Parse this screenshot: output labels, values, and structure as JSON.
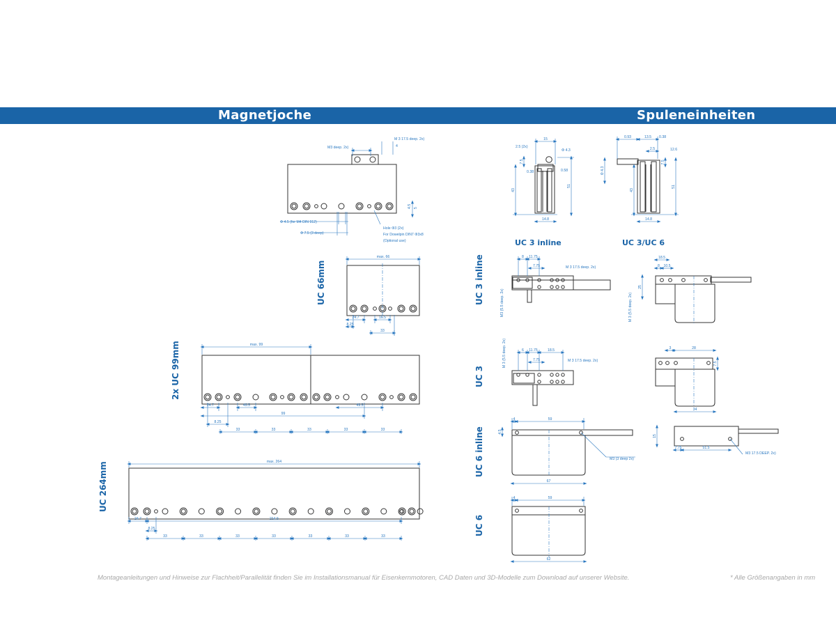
{
  "header": {
    "left_title": "Magnetjoche",
    "right_title": "Spuleneinheiten"
  },
  "yoke_labels": {
    "uc66": "UC 66mm",
    "uc99": "2x UC 99mm",
    "uc264": "UC 264mm"
  },
  "coil_labels": {
    "top_uc3_inline": "UC 3 inline",
    "top_uc3_uc6": "UC 3/UC 6",
    "side_uc3_inline": "UC 3 inline",
    "side_uc3": "UC 3",
    "side_uc6_inline": "UC 6 inline",
    "side_uc6": "UC 6"
  },
  "dims": {
    "detail": {
      "m3_deep": "M3 deep. 2x)",
      "m3_175": "M 3  17.5 deep. 2x)",
      "d4": "4",
      "phi45": "Φ  4.5  (for M4 DIN 912)",
      "phi75": "Φ  7.5  (3 deep)",
      "note1": "Hole  Φ3 (2x)",
      "note2": "For Dowelpin DIN7  Φ3x8",
      "note3": "(Optional use)",
      "v45": "4.5",
      "v5": "5"
    },
    "uc66": {
      "max": "max. 66",
      "d247": "24.7",
      "d165": "16.5",
      "d825": "8.25",
      "d33": "33"
    },
    "uc99": {
      "max": "max. 99",
      "d247": "24.7",
      "d495a": "49.5",
      "d495b": "49.5",
      "d99": "99",
      "d825": "8.25",
      "d33": "33"
    },
    "uc264": {
      "max": "max. 264",
      "d247": "24.7",
      "d2475": "214.5",
      "d825": "8.25",
      "d33": "33"
    },
    "coil_a": {
      "d15": "15",
      "d25": "2.5  (2x)",
      "d75": "7.5",
      "d038": "0.38",
      "d058": "0.58",
      "d43": "43",
      "d51": "51",
      "d148": "14.8",
      "phi": "Φ  4.3"
    },
    "coil_b": {
      "d093": "0.93",
      "d135": "13.5",
      "d038": "0.38",
      "d25": "2.5",
      "d126": "12.6",
      "d75": "7.5",
      "d43": "43",
      "d51": "51",
      "d148": "14.8",
      "phi": "Φ  4.3"
    },
    "s1": {
      "d8": "8",
      "d1175": "11.75",
      "d775": "7.75",
      "m3": "M  3  17.5 deep. 2x)",
      "vert": "M3 (5.5 deep. 2x)"
    },
    "s2": {
      "d185": "18.5",
      "d8": "8",
      "d105": "10.5",
      "d25": "25",
      "vert": "M  3  (5.5 deep. 2x)"
    },
    "s3": {
      "d6": "6",
      "d1175": "11.75",
      "d185": "18.5",
      "d775": "7.75",
      "m3": "M  3  17.5 deep. 2x)",
      "vert": "M  3  (5.5 deep. 2x)"
    },
    "s4": {
      "d3": "3",
      "d28": "28",
      "d75": "7.5",
      "d34": "34"
    },
    "s5": {
      "d4": "4",
      "d59": "59",
      "d45": "4.5",
      "m3": "M3 (3 deep 2x)",
      "d67": "67"
    },
    "s6": {
      "d15": "15",
      "d775": "7.75",
      "d515": "51.5",
      "m3": "M3  17.5  DEEP. 2x)"
    },
    "s7": {
      "d4": "4",
      "d59": "59",
      "d62": "62"
    }
  },
  "footer": {
    "left": "Montageanleitungen und Hinweise zur Flachheit/Parallelität finden Sie im Installationsmanual für Eisenkernmotoren, CAD Daten und 3D-Modelle zum Download auf unserer Website.",
    "right": "* Alle Größenangaben in mm"
  },
  "colors": {
    "band": "#1a64a7",
    "label_blue": "#1a64a7",
    "dimension": "#2a78c0",
    "outline": "#333333",
    "footer_text": "#a8a8a8"
  }
}
